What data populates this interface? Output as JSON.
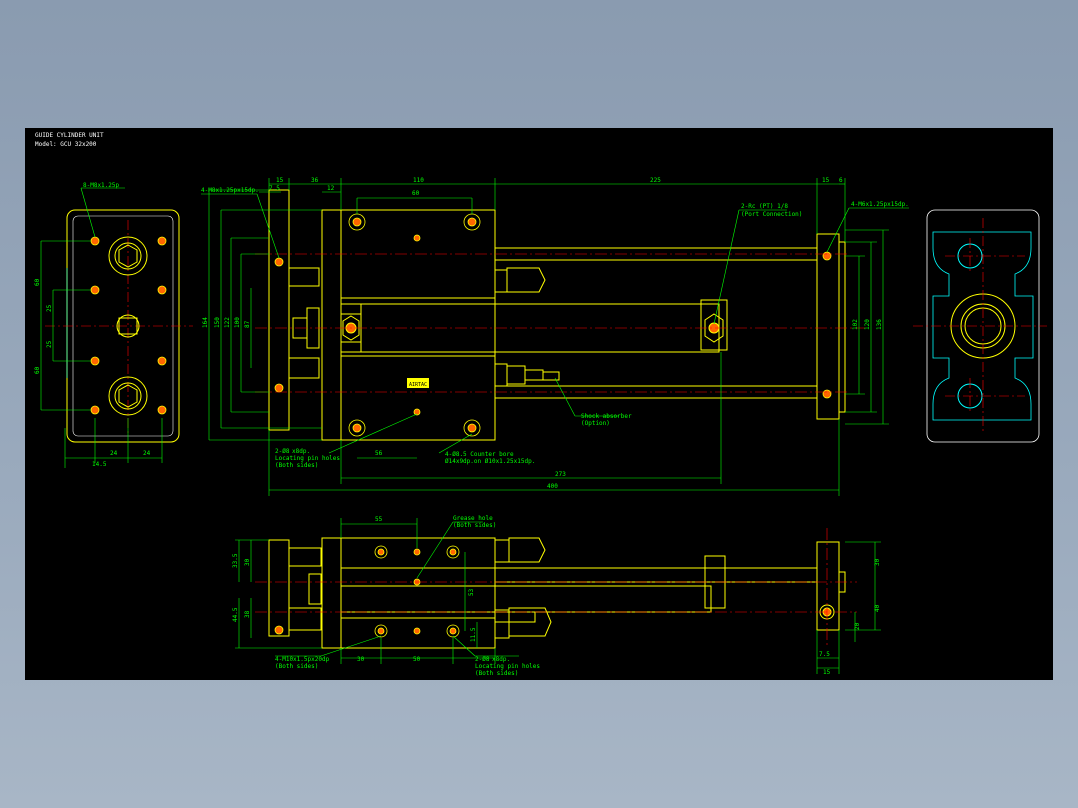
{
  "drawing": {
    "title": "GUIDE CYLINDER UNIT",
    "model": "Model: GCU 32x200"
  },
  "labels": {
    "left_holes": "8-M8x1.25p",
    "front_holes": "4-M8x1.25px15dp.",
    "right_holes": "4-M6x1.25px15dp.",
    "port": "2-Rc (PT) 1/8",
    "port_note": "(Port Connection)",
    "locating_pin_1": "2-Ø8",
    "locating_pin_1b": "x8dp.",
    "locating_pin_1c": "Locating pin holes",
    "locating_pin_1d": "(Both sides)",
    "counter_bore": "4-Ø8.5 Counter bore",
    "counter_bore_b": "Ø14x9dp.on Ø10x1.25x15dp.",
    "shock": "Shock absorber",
    "shock_b": "(Option)",
    "grease": "Grease hole",
    "grease_b": "(Both sides)",
    "bottom_holes": "4-M10x1.5px20dp",
    "bottom_holes_b": "(Both sides)",
    "bottom_pin": "2-Ø8",
    "bottom_pin_b": "x8dp.",
    "bottom_pin_c": "Locating pin holes",
    "bottom_pin_d": "(Both sides)"
  },
  "dims": {
    "d15a": "15",
    "d36": "36",
    "d110": "110",
    "d225": "225",
    "d15b": "15",
    "d6": "6",
    "d7_5": "7.5",
    "d12": "12",
    "d60": "60",
    "d164": "164",
    "d150": "150",
    "d122": "122",
    "d100": "100",
    "d87": "87",
    "d102": "102",
    "d120": "120",
    "d136": "136",
    "d56": "56",
    "d273": "273",
    "d400": "400",
    "lv60": "60",
    "lv25a": "25",
    "lv25b": "25",
    "lv60b": "60",
    "lh14_5": "14.5",
    "lh24a": "24",
    "lh24b": "24",
    "b55": "55",
    "b33_5": "33.5",
    "b30a": "30",
    "b44_5": "44.5",
    "b38": "38",
    "b30b": "30",
    "b50": "50",
    "b53": "53",
    "b11_5": "11.5",
    "b30r": "30",
    "b40r": "40",
    "b20r": "20",
    "b7_5": "7.5",
    "b15": "15"
  },
  "logo": "AIRTAC",
  "colors": {
    "background": "#000000",
    "outline": "#ffff00",
    "dimension": "#00ff00",
    "centerline": "#ff0000",
    "hidden": "#00ffff",
    "hatch": "#ffffff",
    "logo": "#ffff00"
  }
}
